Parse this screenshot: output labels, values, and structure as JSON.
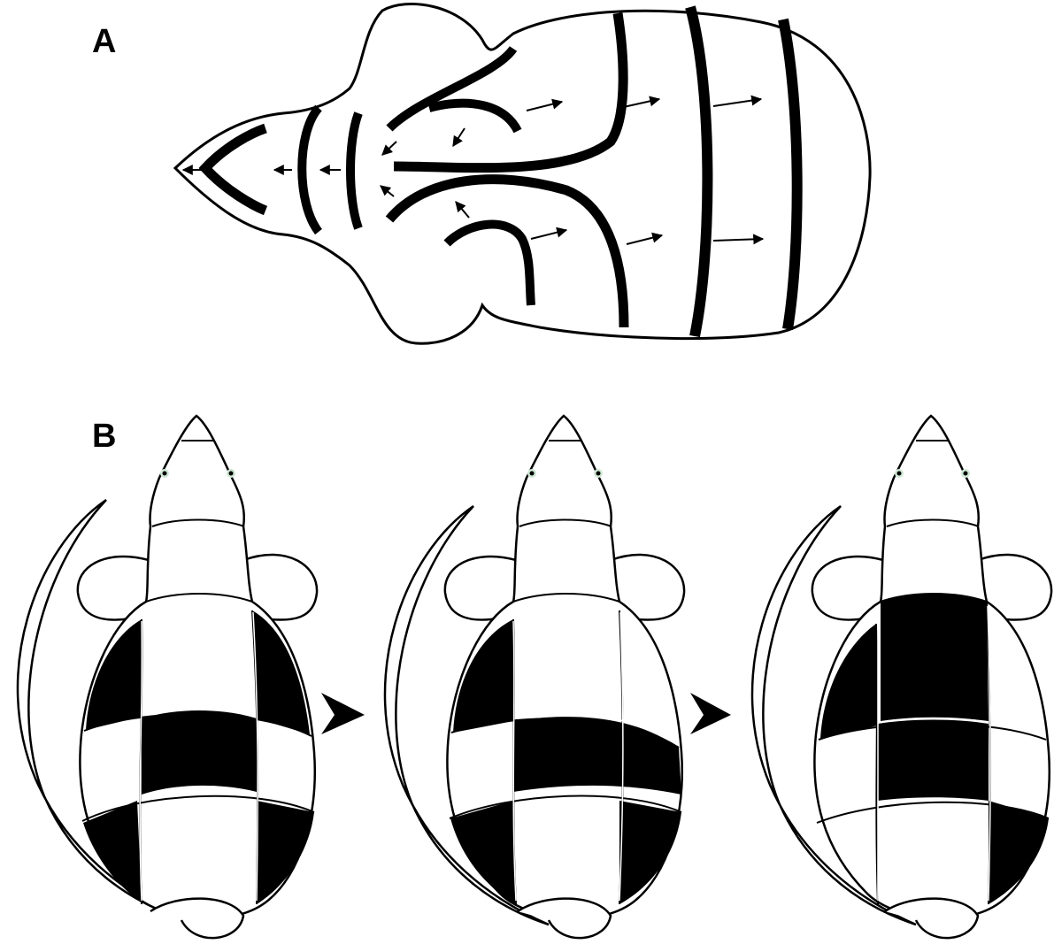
{
  "figure": {
    "panel_a": {
      "label": "A"
    },
    "panel_b": {
      "label": "B",
      "mice": [
        {
          "stage": 1,
          "patch_fill": "#000000"
        },
        {
          "stage": 2,
          "patch_fill": "#000000"
        },
        {
          "stage": 3,
          "patch_fill": "#000000"
        }
      ]
    },
    "colors": {
      "ink": "#000000",
      "eye_ring": "#cfe8d4",
      "background": "#ffffff"
    }
  }
}
